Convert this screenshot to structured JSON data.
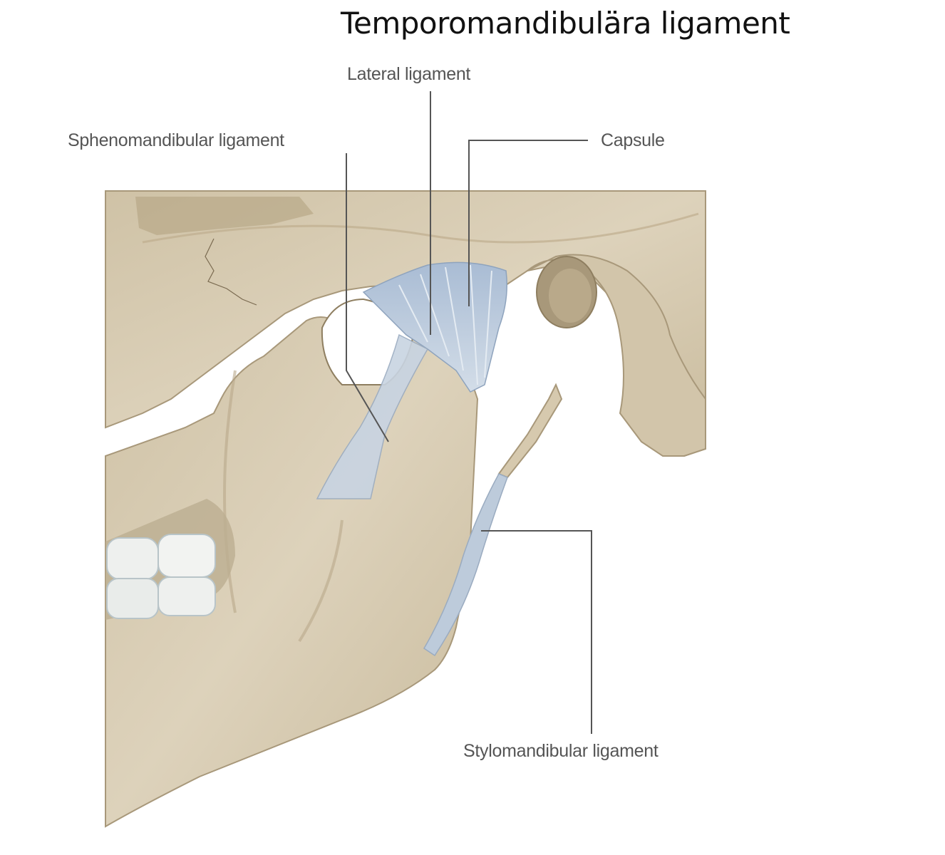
{
  "title": "Temporomandibulära ligament",
  "labels": {
    "lateral": "Lateral ligament",
    "sphenomandibular": "Sphenomandibular ligament",
    "capsule": "Capsule",
    "stylomandibular": "Stylomandibular ligament"
  },
  "colors": {
    "bone": "#d8ccb4",
    "bone_shadow": "#a8987a",
    "ligament": "#b9c8da",
    "teeth": "#eef0ee",
    "leader_line": "#555555"
  }
}
